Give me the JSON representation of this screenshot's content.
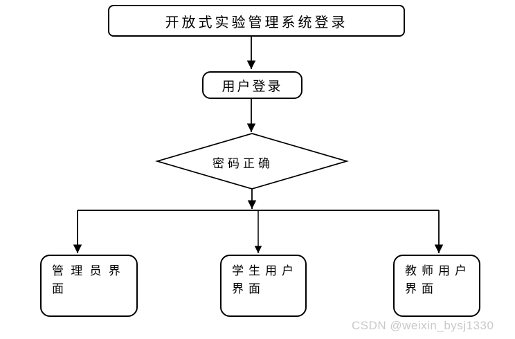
{
  "diagram": {
    "nodes": {
      "title": {
        "label": "开放式实验管理系统登录",
        "shape": "rounded-rect"
      },
      "login": {
        "label": "用户登录",
        "shape": "rounded-rect"
      },
      "decision": {
        "label": "密码正确",
        "shape": "diamond"
      },
      "admin": {
        "label": "管 理 员 界\n面",
        "shape": "rounded-rect"
      },
      "student": {
        "label": "学生用户\n界面",
        "shape": "rounded-rect"
      },
      "teacher": {
        "label": "教师用户\n界面",
        "shape": "rounded-rect"
      }
    },
    "edges": [
      {
        "from": "title",
        "to": "login"
      },
      {
        "from": "login",
        "to": "decision"
      },
      {
        "from": "decision",
        "to": "admin"
      },
      {
        "from": "decision",
        "to": "student"
      },
      {
        "from": "decision",
        "to": "teacher"
      }
    ],
    "line_color": "#000000",
    "node_fill": "#ffffff"
  },
  "watermark": {
    "text": "CSDN @weixin_bysj1330",
    "color": "#c9c9c9"
  },
  "page": {
    "background": "#ffffff"
  }
}
